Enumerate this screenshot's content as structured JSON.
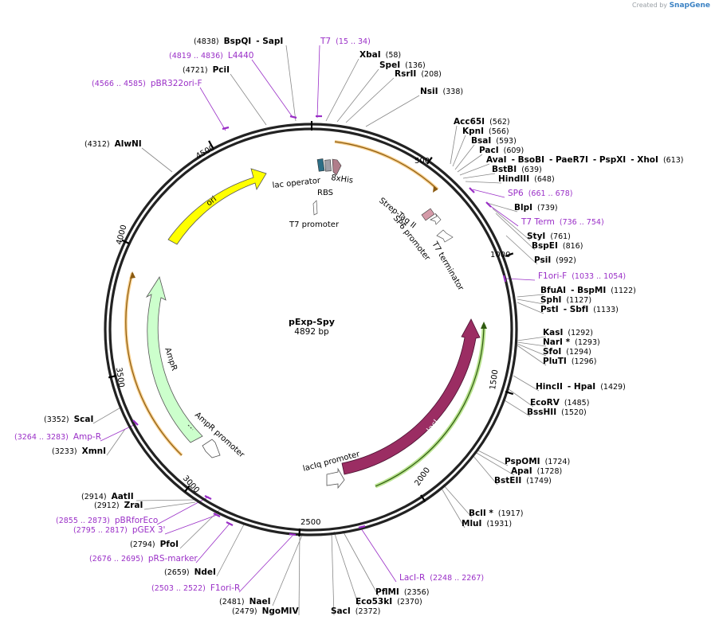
{
  "watermark": {
    "prefix": "Created by",
    "brand": "SnapGene"
  },
  "plasmid": {
    "name": "pExp-Spy",
    "length_label": "4892 bp"
  },
  "ticks": [
    "500",
    "1000",
    "1500",
    "2000",
    "2500",
    "3000",
    "3500",
    "4000",
    "4500"
  ],
  "enzymes": [
    {
      "parts": [
        {
          "pos": "(4838)"
        },
        {
          "name": "BspQI"
        },
        {
          "name": "- SapI"
        }
      ]
    },
    {
      "parts": [
        {
          "name": "XbaI"
        },
        {
          "pos": "(58)"
        }
      ]
    },
    {
      "parts": [
        {
          "name": "SpeI"
        },
        {
          "pos": "(136)"
        }
      ]
    },
    {
      "parts": [
        {
          "name": "RsrII"
        },
        {
          "pos": "(208)"
        }
      ]
    },
    {
      "parts": [
        {
          "name": "NsiI"
        },
        {
          "pos": "(338)"
        }
      ]
    },
    {
      "parts": [
        {
          "pos": "(4721)"
        },
        {
          "name": "PciI"
        }
      ]
    },
    {
      "parts": [
        {
          "pos": "(4312)"
        },
        {
          "name": "AlwNI"
        }
      ]
    },
    {
      "parts": [
        {
          "name": "Acc65I"
        },
        {
          "pos": "(562)"
        }
      ]
    },
    {
      "parts": [
        {
          "name": "KpnI"
        },
        {
          "pos": "(566)"
        }
      ]
    },
    {
      "parts": [
        {
          "name": "BsaI"
        },
        {
          "pos": "(593)"
        }
      ]
    },
    {
      "parts": [
        {
          "name": "PacI"
        },
        {
          "pos": "(609)"
        }
      ]
    },
    {
      "parts": [
        {
          "name": "AvaI"
        },
        {
          "name": "- BsoBI"
        },
        {
          "name": "- PaeR7I"
        },
        {
          "name": "- PspXI"
        },
        {
          "name": "- XhoI"
        },
        {
          "pos": "(613)"
        }
      ]
    },
    {
      "parts": [
        {
          "name": "BstBI"
        },
        {
          "pos": "(639)"
        }
      ]
    },
    {
      "parts": [
        {
          "name": "HindIII"
        },
        {
          "pos": "(648)"
        }
      ]
    },
    {
      "parts": [
        {
          "name": "BlpI"
        },
        {
          "pos": "(739)"
        }
      ]
    },
    {
      "parts": [
        {
          "name": "StyI"
        },
        {
          "pos": "(761)"
        }
      ]
    },
    {
      "parts": [
        {
          "name": "BspEI"
        },
        {
          "pos": "(816)"
        }
      ]
    },
    {
      "parts": [
        {
          "name": "PsiI"
        },
        {
          "pos": "(992)"
        }
      ]
    },
    {
      "parts": [
        {
          "name": "BfuAI"
        },
        {
          "name": "- BspMI"
        },
        {
          "pos": "(1122)"
        }
      ]
    },
    {
      "parts": [
        {
          "name": "SphI"
        },
        {
          "pos": "(1127)"
        }
      ]
    },
    {
      "parts": [
        {
          "name": "PstI"
        },
        {
          "name": "- SbfI"
        },
        {
          "pos": "(1133)"
        }
      ]
    },
    {
      "parts": [
        {
          "name": "KasI"
        },
        {
          "pos": "(1292)"
        }
      ]
    },
    {
      "parts": [
        {
          "name": "NarI *"
        },
        {
          "pos": "(1293)"
        }
      ]
    },
    {
      "parts": [
        {
          "name": "SfoI"
        },
        {
          "pos": "(1294)"
        }
      ]
    },
    {
      "parts": [
        {
          "name": "PluTI"
        },
        {
          "pos": "(1296)"
        }
      ]
    },
    {
      "parts": [
        {
          "name": "HincII"
        },
        {
          "name": "- HpaI"
        },
        {
          "pos": "(1429)"
        }
      ]
    },
    {
      "parts": [
        {
          "name": "EcoRV"
        },
        {
          "pos": "(1485)"
        }
      ]
    },
    {
      "parts": [
        {
          "name": "BssHII"
        },
        {
          "pos": "(1520)"
        }
      ]
    },
    {
      "parts": [
        {
          "name": "PspOMI"
        },
        {
          "pos": "(1724)"
        }
      ]
    },
    {
      "parts": [
        {
          "name": "ApaI"
        },
        {
          "pos": "(1728)"
        }
      ]
    },
    {
      "parts": [
        {
          "name": "BstEII"
        },
        {
          "pos": "(1749)"
        }
      ]
    },
    {
      "parts": [
        {
          "name": "BclI *"
        },
        {
          "pos": "(1917)"
        }
      ]
    },
    {
      "parts": [
        {
          "name": "MluI"
        },
        {
          "pos": "(1931)"
        }
      ]
    },
    {
      "parts": [
        {
          "name": "PflMI"
        },
        {
          "pos": "(2356)"
        }
      ]
    },
    {
      "parts": [
        {
          "name": "Eco53kI"
        },
        {
          "pos": "(2370)"
        }
      ]
    },
    {
      "parts": [
        {
          "name": "SacI"
        },
        {
          "pos": "(2372)"
        }
      ]
    },
    {
      "parts": [
        {
          "pos": "(2481)"
        },
        {
          "name": "NaeI"
        }
      ]
    },
    {
      "parts": [
        {
          "pos": "(2479)"
        },
        {
          "name": "NgoMIV"
        }
      ]
    },
    {
      "parts": [
        {
          "pos": "(2659)"
        },
        {
          "name": "NdeI"
        }
      ]
    },
    {
      "parts": [
        {
          "pos": "(2794)"
        },
        {
          "name": "PfoI"
        }
      ]
    },
    {
      "parts": [
        {
          "pos": "(2914)"
        },
        {
          "name": "AatII"
        }
      ]
    },
    {
      "parts": [
        {
          "pos": "(2912)"
        },
        {
          "name": "ZraI"
        }
      ]
    },
    {
      "parts": [
        {
          "pos": "(3233)"
        },
        {
          "name": "XmnI"
        }
      ]
    },
    {
      "parts": [
        {
          "pos": "(3352)"
        },
        {
          "name": "ScaI"
        }
      ]
    }
  ],
  "primers": [
    {
      "parts": [
        {
          "name": "T7"
        },
        {
          "pos": "(15 .. 34)"
        }
      ]
    },
    {
      "parts": [
        {
          "pos": "(4819 .. 4836)"
        },
        {
          "name": "L4440"
        }
      ]
    },
    {
      "parts": [
        {
          "pos": "(4566 .. 4585)"
        },
        {
          "name": "pBR322ori-F"
        }
      ]
    },
    {
      "parts": [
        {
          "name": "SP6"
        },
        {
          "pos": "(661 .. 678)"
        }
      ]
    },
    {
      "parts": [
        {
          "name": "T7 Term"
        },
        {
          "pos": "(736 .. 754)"
        }
      ]
    },
    {
      "parts": [
        {
          "name": "F1ori-F"
        },
        {
          "pos": "(1033 .. 1054)"
        }
      ]
    },
    {
      "parts": [
        {
          "name": "LacI-R"
        },
        {
          "pos": "(2248 .. 2267)"
        }
      ]
    },
    {
      "parts": [
        {
          "pos": "(2855 .. 2873)"
        },
        {
          "name": "pBRforEco"
        }
      ]
    },
    {
      "parts": [
        {
          "pos": "(2795 .. 2817)"
        },
        {
          "name": "pGEX 3'"
        }
      ]
    },
    {
      "parts": [
        {
          "pos": "(2676 .. 2695)"
        },
        {
          "name": "pRS-marker"
        }
      ]
    },
    {
      "parts": [
        {
          "pos": "(2503 .. 2522)"
        },
        {
          "name": "F1ori-R"
        }
      ]
    },
    {
      "parts": [
        {
          "pos": "(3264 .. 3283)"
        },
        {
          "name": "Amp-R"
        }
      ]
    }
  ],
  "features": {
    "ori": "ori",
    "ampr": "AmpR",
    "ampr_promoter": "AmpR promoter",
    "laci": "lacI",
    "laciq_promoter": "lacIq promoter",
    "lac_operator": "lac operator",
    "rbs": "RBS",
    "his": "8xHis",
    "t7_promoter": "T7 promoter",
    "strep": "Strep-Tag II",
    "sp6_promoter": "SP6 promoter",
    "t7_terminator": "T7 terminator"
  },
  "colors": {
    "backbone": "#222222",
    "ori": "#ffff00",
    "ampr": "#ccffcc",
    "laci": "#9b2d63",
    "primer": "#9a2fc7",
    "highlight_orange": "#f0a830",
    "highlight_green": "#7fcc33",
    "lac_operator": "#2d6e86",
    "rbs": "#a0a0a8",
    "his": "#b07d8a",
    "strep": "#d49aa8"
  }
}
